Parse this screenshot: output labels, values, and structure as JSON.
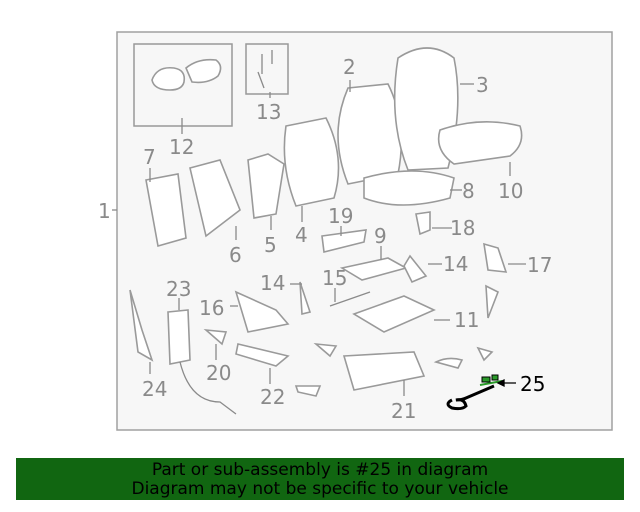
{
  "diagram": {
    "callouts": [
      "1",
      "2",
      "3",
      "4",
      "5",
      "6",
      "7",
      "8",
      "9",
      "10",
      "11",
      "12",
      "13",
      "14",
      "14",
      "15",
      "16",
      "17",
      "18",
      "19",
      "20",
      "21",
      "22",
      "23",
      "24",
      "25"
    ],
    "highlighted_part": "25",
    "highlight_color": "#2a9a2a"
  },
  "banner": {
    "line1": "Part or sub-assembly is #25 in diagram",
    "line2": "Diagram may not be specific to your vehicle",
    "background": "#116611"
  }
}
